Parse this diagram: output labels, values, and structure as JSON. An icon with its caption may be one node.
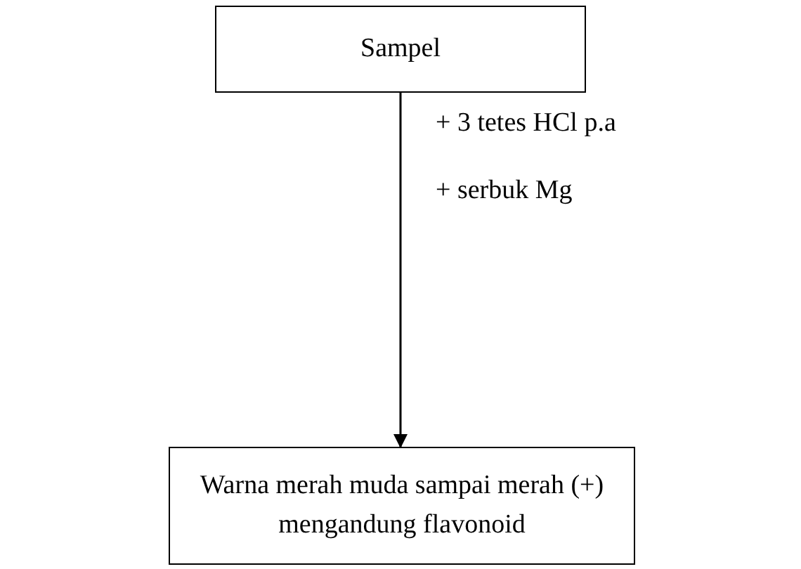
{
  "diagram": {
    "nodes": [
      {
        "text": [
          "Sampel"
        ]
      },
      {
        "text": [
          "Warna merah muda sampai merah (+) mengandung flavonoid"
        ]
      }
    ],
    "edges": [
      {
        "from": 0,
        "to": 1,
        "arrow": "to"
      }
    ],
    "labels": [
      "+ 3 tetes HCl p.a",
      "+ serbuk Mg"
    ]
  }
}
